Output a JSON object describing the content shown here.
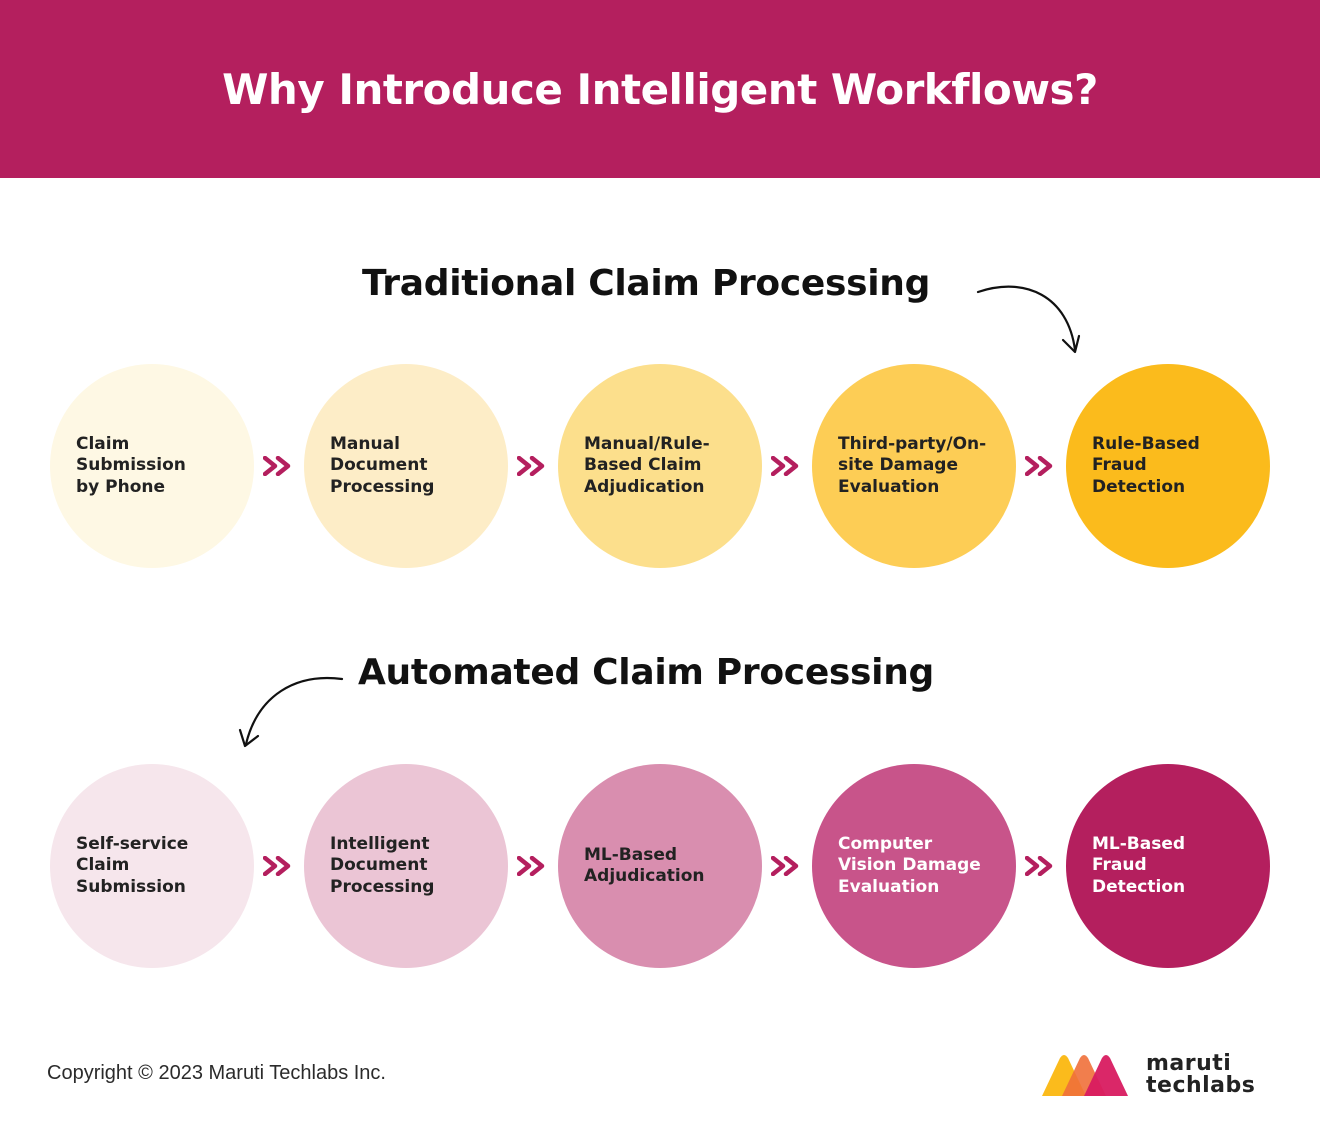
{
  "header": {
    "title": "Why Introduce Intelligent Workflows?"
  },
  "traditional": {
    "title": "Traditional Claim Processing",
    "steps": [
      {
        "label": "Claim\nSubmission\nby Phone",
        "color": "#fef8e4",
        "text_color": "#222222"
      },
      {
        "label": "Manual\nDocument\nProcessing",
        "color": "#fdedc7",
        "text_color": "#222222"
      },
      {
        "label": "Manual/Rule-\nBased Claim\nAdjudication",
        "color": "#fcdf8c",
        "text_color": "#222222"
      },
      {
        "label": "Third-party/On-\nsite Damage\nEvaluation",
        "color": "#fdcd55",
        "text_color": "#222222"
      },
      {
        "label": "Rule-Based\nFraud\nDetection",
        "color": "#fbbb1c",
        "text_color": "#222222"
      }
    ]
  },
  "automated": {
    "title": "Automated Claim Processing",
    "steps": [
      {
        "label": "Self-service\nClaim\nSubmission",
        "color": "#f6e6ec",
        "text_color": "#222222"
      },
      {
        "label": "Intelligent\nDocument\nProcessing",
        "color": "#ebc5d5",
        "text_color": "#222222"
      },
      {
        "label": "ML-Based\nAdjudication",
        "color": "#d98eaf",
        "text_color": "#222222"
      },
      {
        "label": "Computer\nVision Damage\nEvaluation",
        "color": "#c8548a",
        "text_color": "#ffffff"
      },
      {
        "label": "ML-Based\nFraud\nDetection",
        "color": "#b41f5e",
        "text_color": "#ffffff"
      }
    ]
  },
  "connector_icon": "double-chevron-right-icon",
  "accent_color": "#b41f5e",
  "footer": {
    "copyright": "Copyright © 2023 Maruti Techlabs Inc."
  },
  "logo": {
    "line1": "maruti",
    "line2": "techlabs"
  }
}
